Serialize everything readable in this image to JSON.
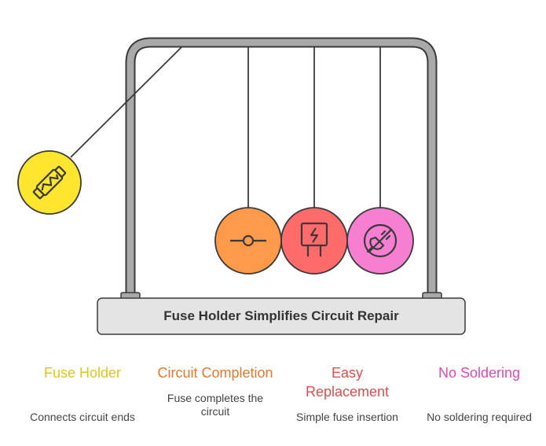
{
  "title": "Fuse Holder Simplifies Circuit Repair",
  "colors": {
    "frame": "#a9a9a9",
    "frame_outline": "#3a3a3a",
    "base": "#e4e4e4",
    "string": "#3a3a3a",
    "fuse_holder": "#ffe62e",
    "circuit_completion": "#ff9a4a",
    "easy_replacement": "#ff6a6a",
    "no_soldering": "#f77fd2"
  },
  "balls": [
    {
      "id": "fuse-holder",
      "icon": "fuse-icon"
    },
    {
      "id": "circuit-completion",
      "icon": "circuit-switch-icon"
    },
    {
      "id": "easy-replacement",
      "icon": "plugged-fuse-icon"
    },
    {
      "id": "no-soldering",
      "icon": "no-plug-icon"
    }
  ],
  "items": [
    {
      "title": "Fuse Holder",
      "description": "Connects circuit ends",
      "color": "#e3c51a"
    },
    {
      "title": "Circuit Completion",
      "description": "Fuse completes the circuit",
      "color": "#e07a2e"
    },
    {
      "title": "Easy Replacement",
      "description": "Simple fuse insertion",
      "color": "#e64a4a"
    },
    {
      "title": "No Soldering",
      "description": "No soldering required",
      "color": "#e049b4"
    }
  ]
}
